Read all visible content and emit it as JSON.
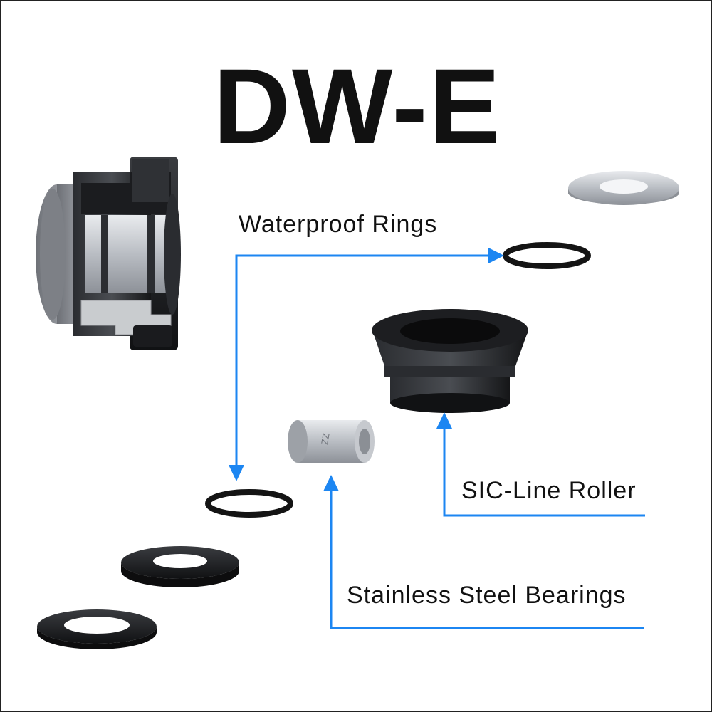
{
  "title": "DW-E",
  "callouts": {
    "waterproof_rings": "Waterproof Rings",
    "sic_line_roller": "SIC-Line Roller",
    "stainless_steel_bearings": "Stainless Steel Bearings",
    "bearing_marking": "ZZ"
  },
  "colors": {
    "arrow": "#1c86f2",
    "rubber": "#141414",
    "metal": "#b8bcc2"
  }
}
